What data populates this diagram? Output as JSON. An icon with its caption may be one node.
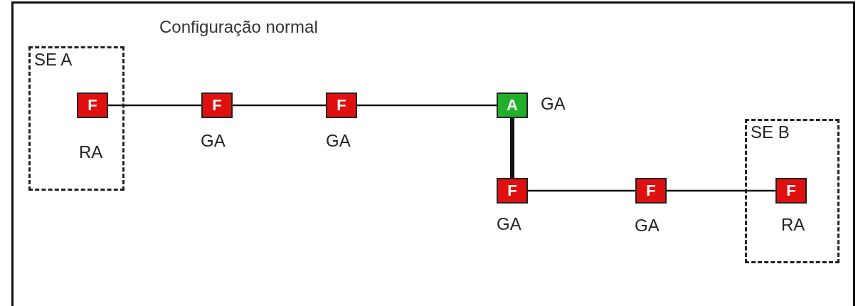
{
  "diagram": {
    "title": "Configuração normal",
    "nodes": [
      {
        "text": [
          "SE A",
          "RA"
        ]
      },
      {
        "text": [
          "F"
        ],
        "in": 0
      },
      {
        "text": [
          "F"
        ],
        "beside": [
          "GA"
        ]
      },
      {
        "text": [
          "F"
        ],
        "beside": [
          "GA"
        ]
      },
      {
        "text": [
          "A"
        ],
        "beside": [
          "GA"
        ]
      },
      {
        "text": [
          "F"
        ],
        "beside": [
          "GA"
        ]
      },
      {
        "text": [
          "F"
        ],
        "beside": [
          "GA"
        ]
      },
      {
        "text": [
          "SE B",
          "RA"
        ]
      },
      {
        "text": [
          "F"
        ],
        "in": 7
      }
    ],
    "edges": [
      {
        "from": 1,
        "to": 2,
        "arrow": "none"
      },
      {
        "from": 2,
        "to": 3,
        "arrow": "none"
      },
      {
        "from": 3,
        "to": 4,
        "arrow": "none"
      },
      {
        "from": 4,
        "to": 5,
        "arrow": "none",
        "style": "thick"
      },
      {
        "from": 5,
        "to": 6,
        "arrow": "none"
      },
      {
        "from": 6,
        "to": 8,
        "arrow": "none"
      }
    ]
  }
}
